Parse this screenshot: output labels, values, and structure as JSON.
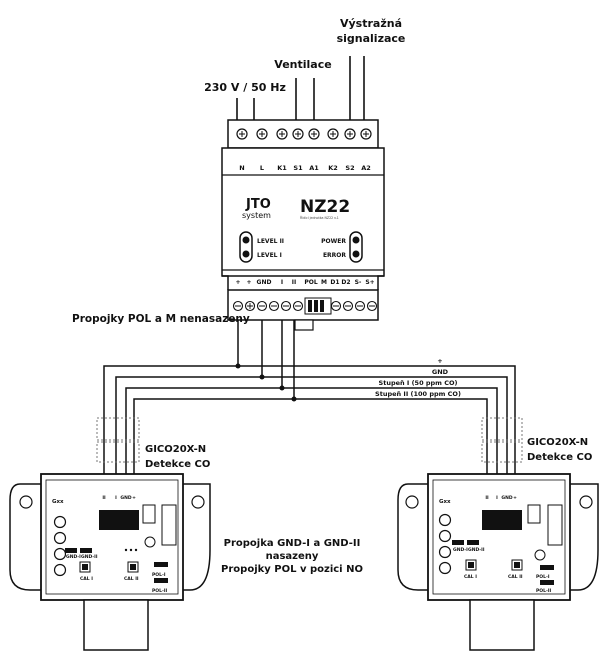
{
  "top_labels": {
    "warning_line1": "Výstražná",
    "warning_line2": "signalizace",
    "ventilation": "Ventilace",
    "power": "230 V / 50 Hz"
  },
  "controller": {
    "top_terminals": [
      "N",
      "L",
      "K1",
      "S1",
      "A1",
      "K2",
      "S2",
      "A2"
    ],
    "brand_main": "JTO",
    "brand_sub": "system",
    "model": "NZ22",
    "model_subtitle": "Řídicí jednotka NZ22 v.1",
    "led_left_1": "LEVEL II",
    "led_left_2": "LEVEL I",
    "led_right_1": "POWER",
    "led_right_2": "ERROR",
    "bottom_terminals": [
      "+",
      "+",
      "GND",
      "I",
      "II",
      "POL",
      "M",
      "D1",
      "D2",
      "S-",
      "S+"
    ]
  },
  "notes": {
    "pol_m": "Propojky POL a M nenasazeny",
    "jumper_line1": "Propojka GND-I a GND-II",
    "jumper_line2": "nasazeny",
    "jumper_line3": "Propojky POL v pozici NO"
  },
  "bus_labels": [
    "+",
    "GND",
    "Stupeň I (50 ppm CO)",
    "Stupeň II (100 ppm CO)"
  ],
  "detectors": [
    {
      "name": "GICO20X-N",
      "desc": "Detekce CO"
    },
    {
      "name": "GICO20X-N",
      "desc": "Detekce CO"
    }
  ],
  "board": {
    "gxx": "Gxx",
    "terms": [
      "II",
      "I",
      "GND",
      "+"
    ],
    "gnd_i": "GND-I",
    "gnd_ii": "GND-II",
    "cal_i": "CAL I",
    "cal_ii": "CAL II",
    "pol_i": "POL-I",
    "pol_ii": "POL-II"
  }
}
